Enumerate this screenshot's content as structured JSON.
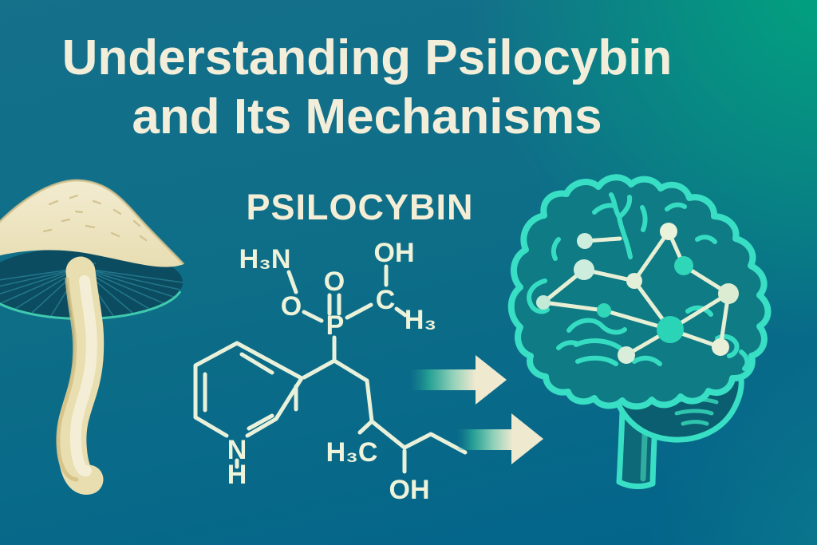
{
  "header": {
    "title_line1": "Understanding Psilocybin",
    "title_line2": "and Its Mechanisms"
  },
  "molecule": {
    "heading": "PSILOCYBIN",
    "atom_labels": {
      "h3n": "H₃N",
      "o_bridge": "O",
      "o_double": "O",
      "oh_top": "OH",
      "p": "P",
      "c": "C",
      "h3_right": "H₃",
      "h3c": "H₃C",
      "ring_n": "N",
      "ring_h": "H",
      "oh_bottom": "OH"
    }
  },
  "illustration": {
    "mushroom_icon": "psilocybin-mushroom",
    "brain_icon": "brain-with-neural-network",
    "arrow_icons": "two-transformation-arrows"
  },
  "colors": {
    "background_teal": "#15708a",
    "background_green": "#00a57e",
    "background_blue": "#02648a",
    "cream_text": "#f3eeda",
    "structure_cream": "#e9f1da",
    "brain_outline_aqua": "#38dfc4",
    "node_turquoise": "#2dd6b8",
    "mushroom_cream": "#efe8c6",
    "gill_dark_teal": "#0b4c60"
  }
}
